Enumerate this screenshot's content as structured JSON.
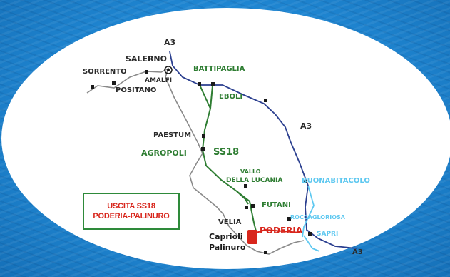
{
  "map": {
    "places": [
      {
        "id": "a3-top",
        "text": "A3",
        "color": "#2a2a2a"
      },
      {
        "id": "salerno",
        "text": "SALERNO",
        "color": "#2a2a2a"
      },
      {
        "id": "sorrento",
        "text": "SORRENTO",
        "color": "#2a2a2a"
      },
      {
        "id": "amalfi",
        "text": "AMALFI",
        "color": "#2a2a2a"
      },
      {
        "id": "positano",
        "text": "POSITANO",
        "color": "#2a2a2a"
      },
      {
        "id": "battipaglia",
        "text": "BATTIPAGLIA",
        "color": "#2e7d32"
      },
      {
        "id": "eboli",
        "text": "EBOLI",
        "color": "#2e7d32"
      },
      {
        "id": "a3-mid",
        "text": "A3",
        "color": "#2a2a2a"
      },
      {
        "id": "paestum",
        "text": "PAESTUM",
        "color": "#2a2a2a"
      },
      {
        "id": "agropoli",
        "text": "AGROPOLI",
        "color": "#2e7d32"
      },
      {
        "id": "ss18",
        "text": "SS18",
        "color": "#2e7d32"
      },
      {
        "id": "vallo-1",
        "text": "VALLO",
        "color": "#2e7d32"
      },
      {
        "id": "vallo-2",
        "text": "DELLA LUCANIA",
        "color": "#2e7d32"
      },
      {
        "id": "buonabitacolo",
        "text": "BUONABITACOLO",
        "color": "#5ec8f0"
      },
      {
        "id": "futani",
        "text": "FUTANI",
        "color": "#2e7d32"
      },
      {
        "id": "roccagloriosa",
        "text": "ROCCAGLORIOSA",
        "color": "#5ec8f0"
      },
      {
        "id": "velia",
        "text": "VELIA",
        "color": "#2a2a2a"
      },
      {
        "id": "poderia",
        "text": "PODERIA",
        "color": "#d8261c"
      },
      {
        "id": "sapri",
        "text": "SAPRI",
        "color": "#5ec8f0"
      },
      {
        "id": "caprioli",
        "text": "Caprioli",
        "color": "#1a1a1a"
      },
      {
        "id": "palinuro",
        "text": "Palinuro",
        "color": "#1a1a1a"
      },
      {
        "id": "a3-bottom",
        "text": "A3",
        "color": "#2a2a2a"
      }
    ],
    "exit_box": {
      "line1": "USCITA SS18",
      "line2": "PODERIA-PALINURO"
    },
    "colors": {
      "coast": "#7a7a7a",
      "a3_motorway": "#2b3f8f",
      "ss18_road": "#2e7d32",
      "sapri_road": "#5ec8f0",
      "poderia_red": "#d8261c",
      "exit_border": "#2e8a3a",
      "background_sea": "#1d7fc9",
      "map_oval": "#ffffff"
    }
  }
}
